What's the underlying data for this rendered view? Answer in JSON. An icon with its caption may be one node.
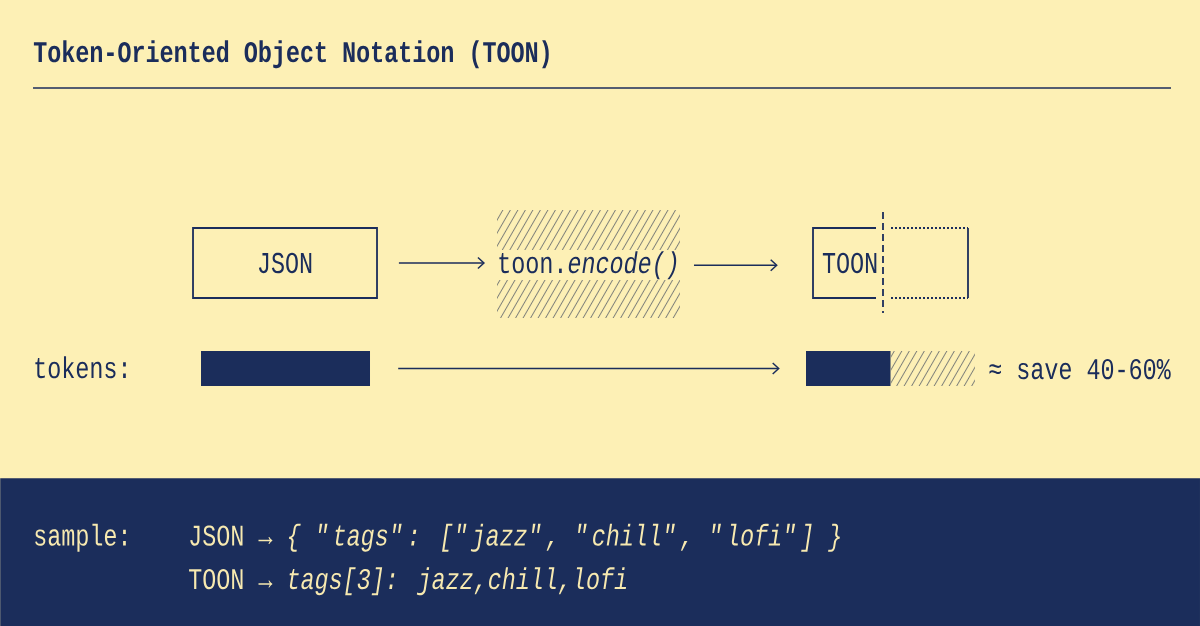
{
  "diagram": {
    "title": "Token-Oriented Object Notation (TOON)",
    "nodes": [
      {
        "text": [
          "JSON"
        ]
      },
      {
        "text": [
          "toon.*encode()*"
        ]
      },
      {
        "text": [
          "TOON"
        ]
      },
      {
        "text": [],
        "shape": "bar"
      },
      {
        "text": [],
        "shape": "bar",
        "beside": [
          "≈ save 40-60%"
        ]
      },
      {
        "text": [
          "sample:",
          "JSON → *{ \"tags\": [\"jazz\", \"chill\", \"lofi\"] }*",
          "TOON → *tags[3]: jazz,chill,lofi*"
        ]
      }
    ],
    "edges": [
      {
        "from": 0,
        "to": 1,
        "arrow": "to"
      },
      {
        "from": 1,
        "to": 2,
        "arrow": "to"
      },
      {
        "from": 3,
        "to": 4,
        "arrow": "to"
      }
    ],
    "labels": [
      "tokens:"
    ]
  }
}
